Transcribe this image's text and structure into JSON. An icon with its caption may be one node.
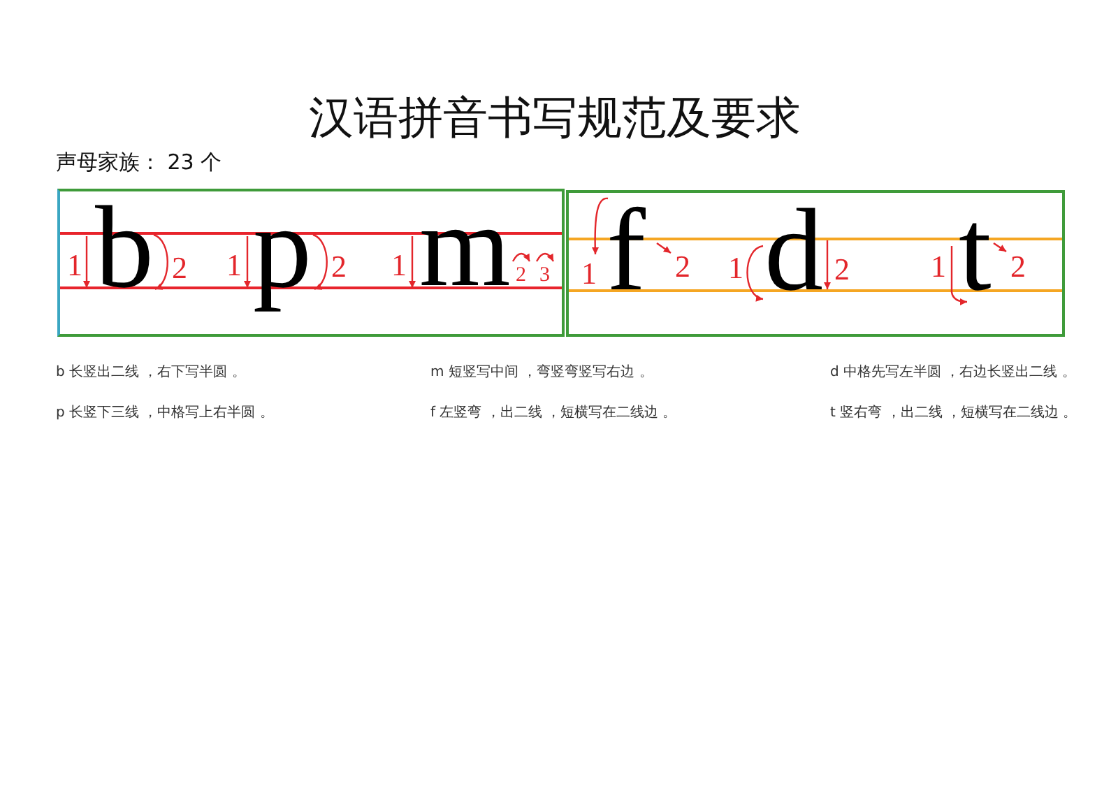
{
  "diagram": {
    "title": "汉语拼音书写规范及要求",
    "nodes": [
      {
        "text": [
          "1",
          "b",
          "2",
          "1",
          "p",
          "2",
          "1",
          "m",
          "2",
          "3"
        ]
      },
      {
        "text": [
          "1",
          "f",
          "2",
          "1",
          "d",
          "2",
          "1",
          "t",
          "2"
        ]
      }
    ],
    "labels": [
      "声母家族： 23 个",
      "b 长竖出二线 ，右下写半圆 。",
      "m 短竖写中间 ，弯竖弯竖写右边 。",
      "d 中格先写左半圆 ，右边长竖出二线 。",
      "p 长竖下三线 ，中格写上右半圆 。",
      "f 左竖弯 ，出二线 ，短横写在二线边 。",
      "t 竖右弯 ，出二线 ，短横写在二线边 。"
    ]
  }
}
